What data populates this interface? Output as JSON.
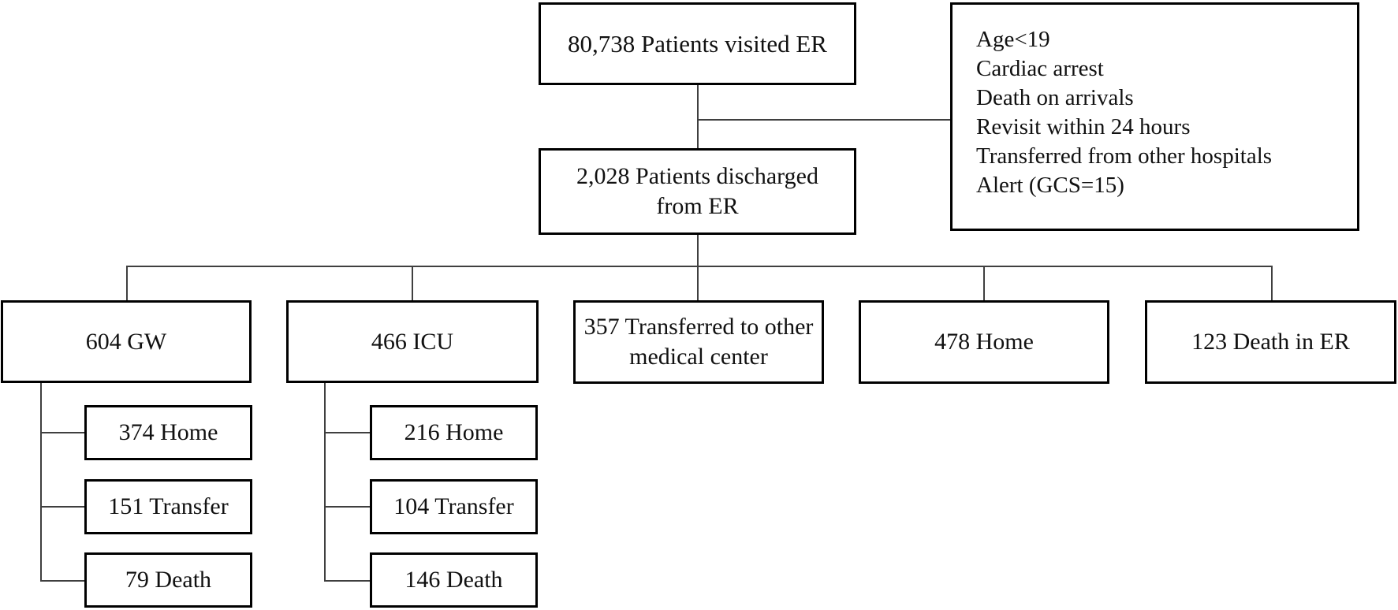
{
  "diagram": {
    "root": {
      "label": "80,738 Patients visited ER"
    },
    "excluded": {
      "criteria": [
        "Age<19",
        "Cardiac arrest",
        "Death on arrivals",
        "Revisit within 24 hours",
        "Transferred from other hospitals",
        "Alert (GCS=15)"
      ]
    },
    "discharged": {
      "label": "2,028 Patients discharged from ER"
    },
    "outcomes": [
      {
        "label": "604 GW",
        "children": [
          {
            "label": "374 Home"
          },
          {
            "label": "151 Transfer"
          },
          {
            "label": "79 Death"
          }
        ]
      },
      {
        "label": "466 ICU",
        "children": [
          {
            "label": "216 Home"
          },
          {
            "label": "104 Transfer"
          },
          {
            "label": "146 Death"
          }
        ]
      },
      {
        "label": "357 Transferred to other medical center"
      },
      {
        "label": "478 Home"
      },
      {
        "label": "123 Death in ER"
      }
    ],
    "colors": {
      "box_border": "#000000",
      "connector": "#3f3f3f",
      "text": "#111111",
      "background": "#ffffff"
    }
  }
}
